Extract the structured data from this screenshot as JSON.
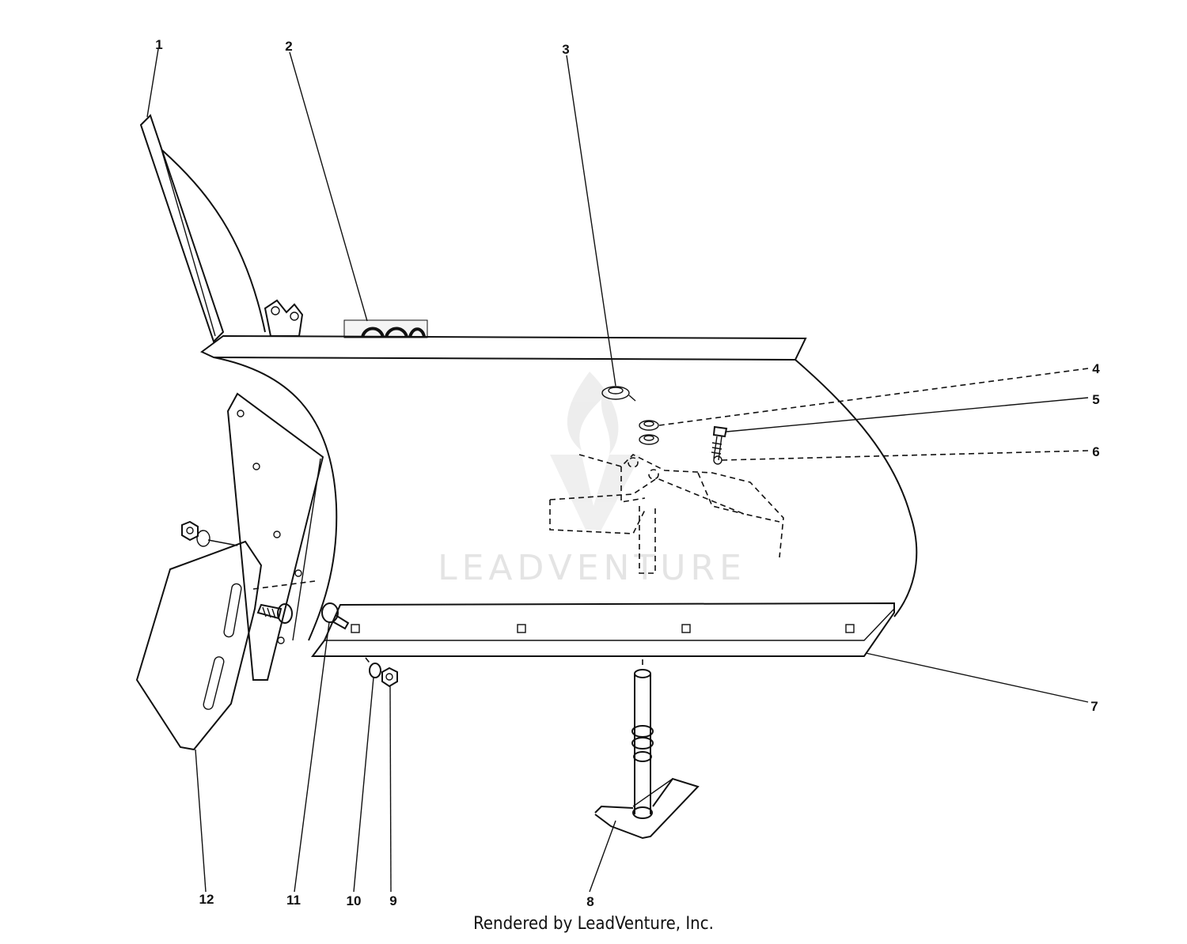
{
  "watermark": "LEADVENTURE",
  "caption": "Rendered by LeadVenture, Inc.",
  "callouts": [
    {
      "id": "1",
      "label": "1"
    },
    {
      "id": "2",
      "label": "2"
    },
    {
      "id": "3",
      "label": "3"
    },
    {
      "id": "4",
      "label": "4"
    },
    {
      "id": "5",
      "label": "5"
    },
    {
      "id": "6",
      "label": "6"
    },
    {
      "id": "7",
      "label": "7"
    },
    {
      "id": "8",
      "label": "8"
    },
    {
      "id": "9",
      "label": "9"
    },
    {
      "id": "10",
      "label": "10"
    },
    {
      "id": "11",
      "label": "11"
    },
    {
      "id": "12",
      "label": "12"
    }
  ]
}
